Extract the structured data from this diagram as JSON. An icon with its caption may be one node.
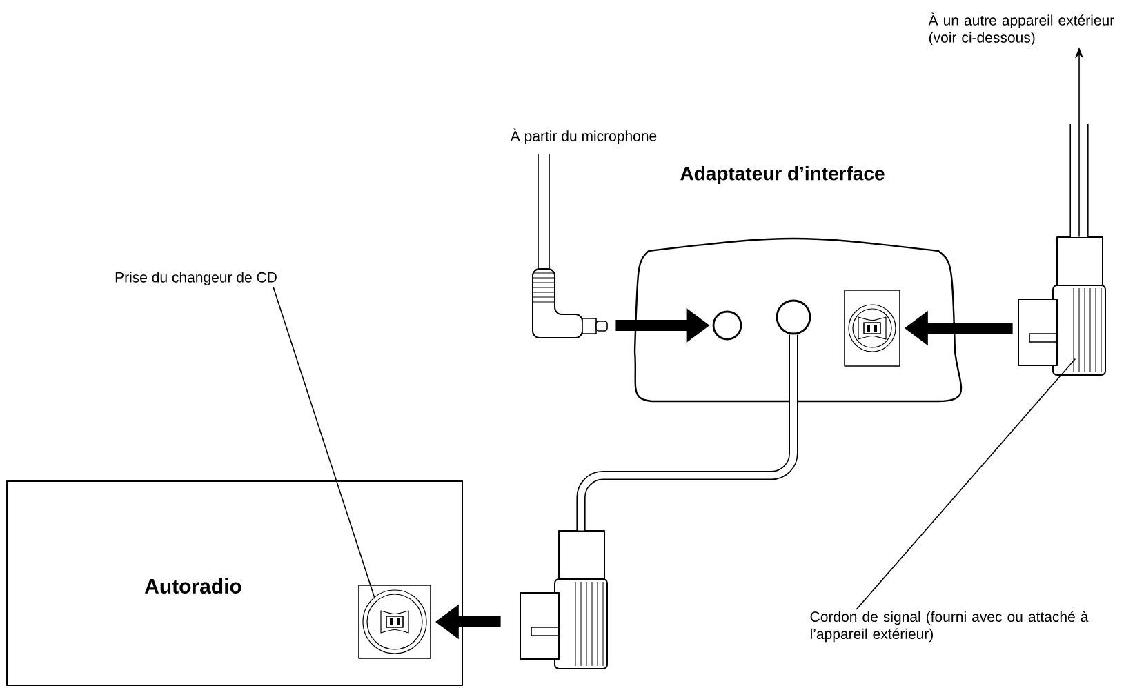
{
  "diagram": {
    "nodes": [
      {
        "text": [
          "Autoradio"
        ]
      },
      {
        "text": [],
        "shape": "box",
        "in": 0
      },
      {
        "text": [
          "Prise du changeur de CD"
        ]
      },
      {
        "text": [
          "Adaptateur d’interface"
        ]
      },
      {
        "text": [],
        "shape": "circle",
        "in": 3
      },
      {
        "text": [],
        "shape": "circle",
        "in": 3
      },
      {
        "text": [],
        "shape": "box",
        "in": 3
      },
      {
        "text": [],
        "shape": "plug",
        "beside": [
          "À partir du microphone"
        ]
      },
      {
        "text": [],
        "shape": "plug"
      },
      {
        "text": [],
        "shape": "plug"
      },
      {
        "text": [
          "À un autre appareil extérieur (voir ci-dessous)"
        ]
      },
      {
        "text": [
          "Cordon de signal (fourni avec ou attaché à l’appareil extérieur)"
        ]
      }
    ],
    "edges": [
      {
        "from": 2,
        "to": 1,
        "arrow": "none"
      },
      {
        "from": 7,
        "to": 4,
        "arrow": "to"
      },
      {
        "from": 9,
        "to": 6,
        "arrow": "to"
      },
      {
        "from": 8,
        "to": 1,
        "arrow": "to"
      },
      {
        "from": 5,
        "to": 8,
        "arrow": "none"
      },
      {
        "from": 9,
        "to": 10,
        "arrow": "to"
      },
      {
        "from": 11,
        "to": 9,
        "arrow": "none"
      }
    ]
  }
}
